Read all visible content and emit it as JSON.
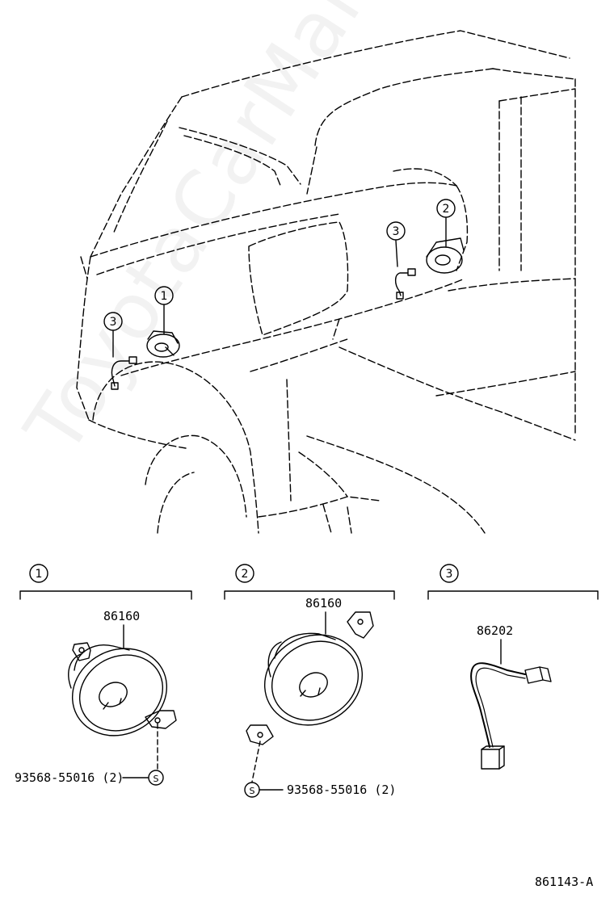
{
  "callouts": {
    "one": "1",
    "two": "2",
    "three": "3"
  },
  "sections": [
    {
      "marker": "1",
      "part_number": "86160",
      "fastener_number": "93568-55016 (2)",
      "fastener_symbol": "S"
    },
    {
      "marker": "2",
      "part_number": "86160",
      "fastener_number": "93568-55016 (2)",
      "fastener_symbol": "S"
    },
    {
      "marker": "3",
      "part_number": "86202"
    }
  ],
  "watermark": "ToyotaCarMart.ru",
  "figure_id": "861143-A",
  "colors": {
    "line": "#000000",
    "background": "#ffffff",
    "watermark": "#0000000d"
  }
}
